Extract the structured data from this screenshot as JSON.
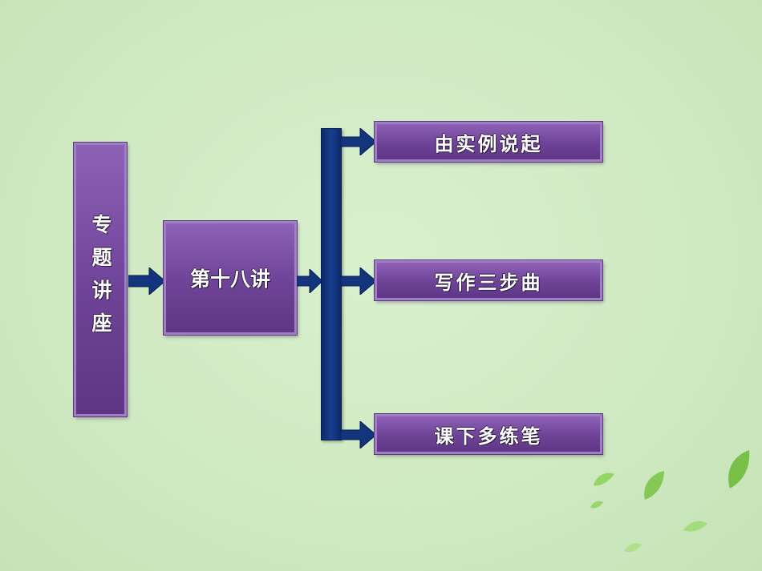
{
  "diagram": {
    "root": {
      "label": "专题讲座"
    },
    "lecture": {
      "label": "第十八讲"
    },
    "sections": [
      {
        "label": "由实例说起"
      },
      {
        "label": "写作三步曲"
      },
      {
        "label": "课下多练笔"
      }
    ]
  },
  "colors": {
    "background": "#d3ecc6",
    "box_fill": "#6e4397",
    "box_border": "#a07ec4",
    "arrow_fill": "#12357d",
    "leaf": "#7cc84a"
  }
}
